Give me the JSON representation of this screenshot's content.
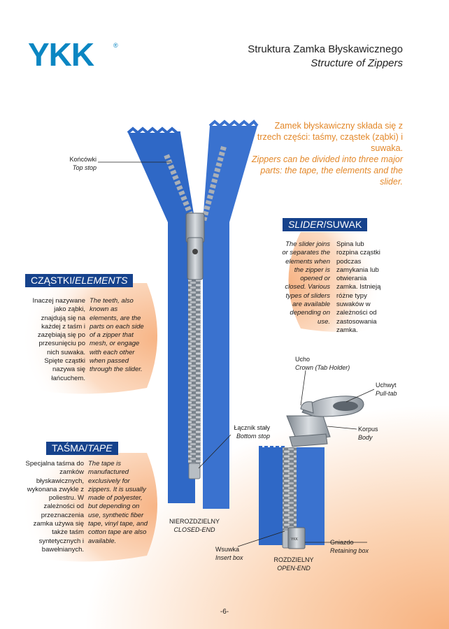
{
  "logo": {
    "text": "YKK",
    "registered": "®"
  },
  "title": {
    "pl": "Struktura Zamka Błyskawicznego",
    "en": "Structure of Zippers"
  },
  "intro": {
    "pl": "Zamek błyskawiczny składa się z trzech części: taśmy, cząstek (ząbki) i suwaka.",
    "en": "Zippers can be divided into three major parts: the tape, the elements and the slider."
  },
  "elements": {
    "header_pl": "CZĄSTKI/",
    "header_en": "ELEMENTS",
    "text_pl": "Inaczej nazywane jako ząbki, znajdują się na każdej z taśm i zazębiają się po przesunięciu po nich suwaka. Spięte cząstki nazywa się łańcuchem.",
    "text_en": "The teeth, also known as elements, are the parts on each side of a zipper that mesh, or engage with each other when passed through the slider."
  },
  "slider": {
    "header_en": "SLIDER",
    "header_pl": "/SUWAK",
    "text_en": "The slider joins or separates the elements when the zipper is opened or closed. Various types of sliders are available depending on use.",
    "text_pl": "Spina lub rozpina cząstki podczas zamykania lub otwierania zamka. Istnieją różne typy suwaków w zależności od zastosowania zamka."
  },
  "tape": {
    "header_pl": "TAŚMA/",
    "header_en": "TAPE",
    "text_pl": "Specjalna taśma do zamków błyskawicznych, wykonana zwykle z poliestru. W zależności od przeznaczenia zamka używa się także taśm syntetycznych i bawełnianych.",
    "text_en": "The tape is manufactured exclusively for zippers. It is usually made of polyester, but depending on use, synthetic fiber tape, vinyl tape, and cotton tape are also available."
  },
  "labels": {
    "top_stop": {
      "pl": "Końcówki",
      "en": "Top stop"
    },
    "bottom_stop": {
      "pl": "Łącznik stały",
      "en": "Bottom stop"
    },
    "closed_end": {
      "pl": "NIEROZDZIELNY",
      "en": "CLOSED-END"
    },
    "crown": {
      "pl": "Ucho",
      "en": "Crown (Tab Holder)"
    },
    "pull_tab": {
      "pl": "Uchwyt",
      "en": "Pull-tab"
    },
    "body": {
      "pl": "Korpus",
      "en": "Body"
    },
    "insert_box": {
      "pl": "Wsuwka",
      "en": "Insert box"
    },
    "open_end": {
      "pl": "ROZDZIELNY",
      "en": "OPEN-END"
    },
    "retaining_box": {
      "pl": "Gniazdo",
      "en": "Retaining box"
    }
  },
  "page_number": "-6-",
  "colors": {
    "brand": "#0a86c2",
    "tape_blue": "#2f68c6",
    "header_navy": "#16428c",
    "accent_orange": "#e38728",
    "peach": "#f7b17e"
  }
}
